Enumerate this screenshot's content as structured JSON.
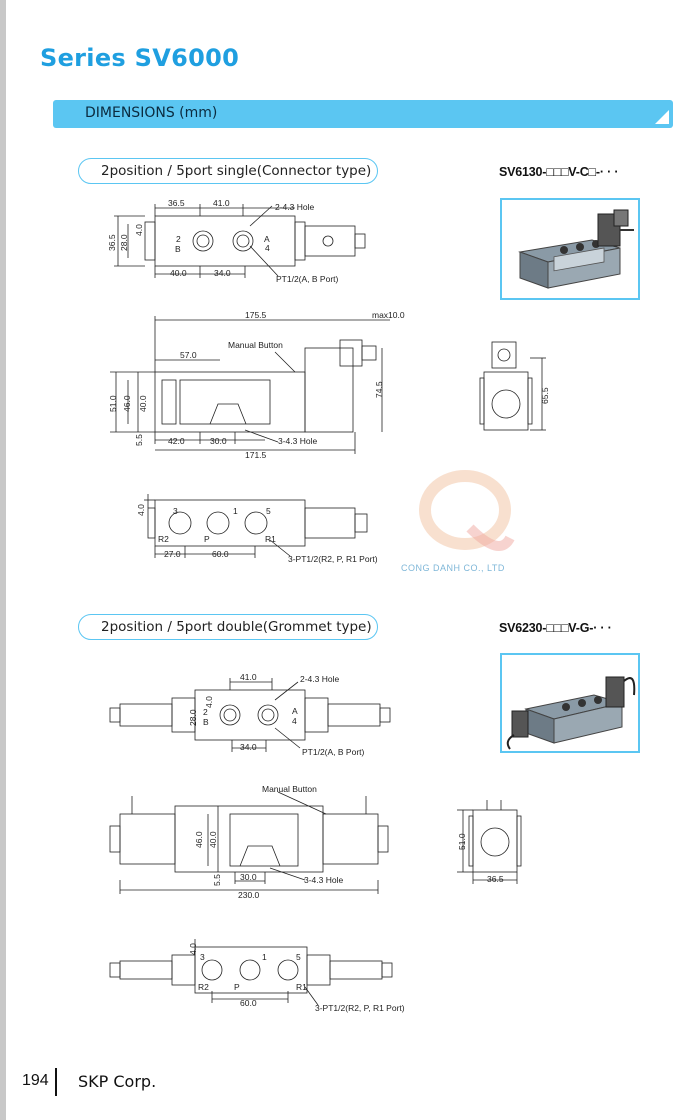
{
  "page": {
    "series_title": "Series SV6000",
    "section_label": "DIMENSIONS (mm)",
    "footer_page": "194",
    "footer_company": "SKP Corp."
  },
  "section1": {
    "caption": "2position / 5port single(Connector type)",
    "model": "SV6130-□□□V-C□-· · ·",
    "top_view": {
      "dims": [
        "36.5",
        "41.0",
        "36.5",
        "28.0",
        "4.0",
        "40.0",
        "34.0"
      ],
      "port_labels": [
        "2",
        "4",
        "B",
        "A"
      ],
      "hole_note": "2-4.3 Hole",
      "port_note": "PT1/2(A, B Port)"
    },
    "front_view": {
      "dims": [
        "175.5",
        "max10.0",
        "57.0",
        "51.0",
        "46.0",
        "40.0",
        "74.5",
        "5.5",
        "42.0",
        "30.0",
        "171.5"
      ],
      "manual_button": "Manual Button",
      "hole_note": "3-4.3 Hole"
    },
    "side_view": {
      "dims": [
        "65.5"
      ]
    },
    "bottom_view": {
      "dims": [
        "4.0",
        "27.0",
        "60.0"
      ],
      "port_labels": [
        "3",
        "1",
        "5",
        "R2",
        "P",
        "R1"
      ],
      "port_note": "3-PT1/2(R2, P, R1 Port)"
    }
  },
  "section2": {
    "caption": "2position / 5port double(Grommet type)",
    "model": "SV6230-□□□V-G-· · ·",
    "top_view": {
      "dims": [
        "41.0",
        "28.0",
        "4.0",
        "34.0"
      ],
      "port_labels": [
        "2",
        "4",
        "B",
        "A"
      ],
      "hole_note": "2-4.3 Hole",
      "port_note": "PT1/2(A, B Port)"
    },
    "front_view": {
      "dims": [
        "46.0",
        "40.0",
        "5.5",
        "30.0",
        "230.0"
      ],
      "manual_button": "Manual Button",
      "hole_note": "3-4.3 Hole"
    },
    "side_view": {
      "dims": [
        "51.0",
        "36.5"
      ]
    },
    "bottom_view": {
      "dims": [
        "4.0",
        "60.0"
      ],
      "port_labels": [
        "3",
        "1",
        "5",
        "R2",
        "P",
        "R1"
      ],
      "port_note": "3-PT1/2(R2, P, R1 Port)"
    }
  },
  "watermark": {
    "text": "CONG DANH CO., LTD"
  }
}
